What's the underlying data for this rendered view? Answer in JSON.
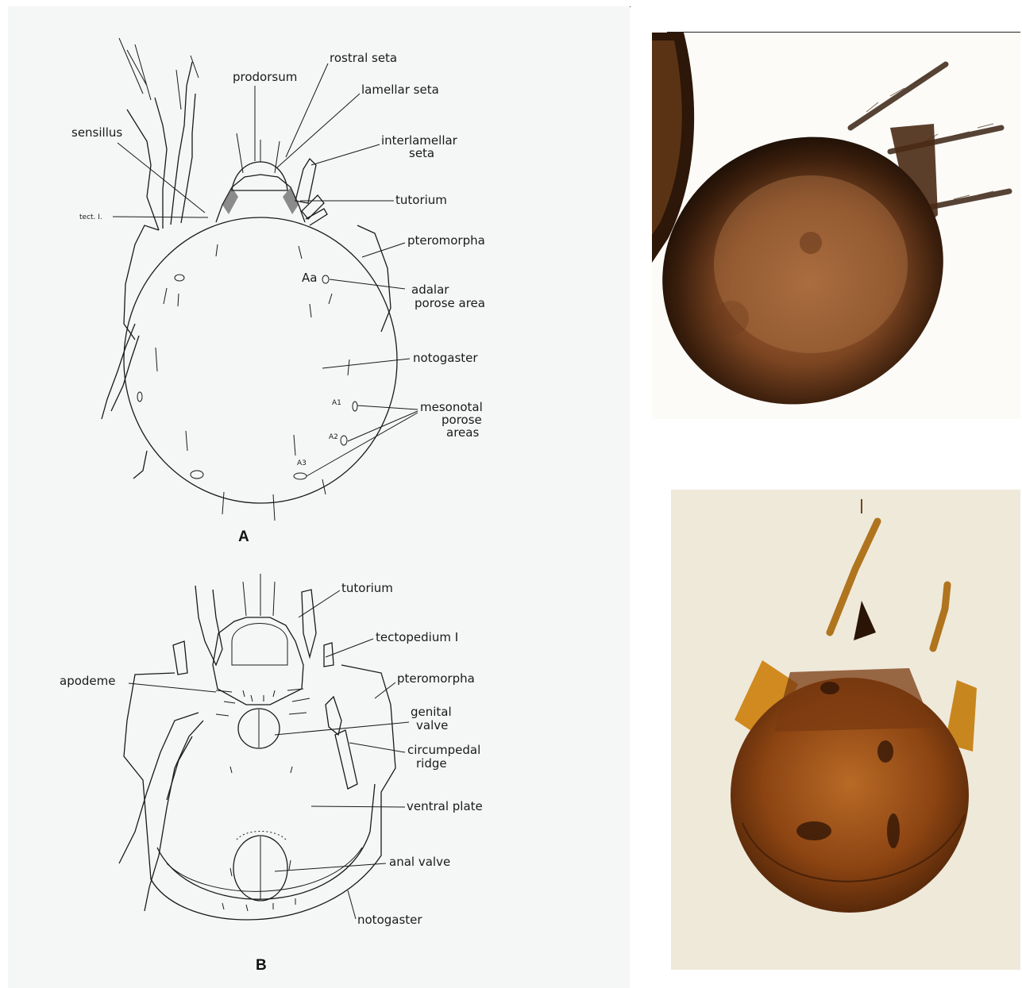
{
  "panel_a": {
    "letter": "A",
    "labels": {
      "rostral_seta": "rostral seta",
      "prodorsum": "prodorsum",
      "lamellar_seta": "lamellar seta",
      "sensillus": "sensillus",
      "interlamellar_1": "interlamellar",
      "interlamellar_2": "seta",
      "tutorium": "tutorium",
      "tect": "tect. I.",
      "pteromorpha": "pteromorpha",
      "aa": "Aa",
      "adalar_1": "adalar",
      "adalar_2": "porose area",
      "notogaster": "notogaster",
      "a1": "A1",
      "a2": "A2",
      "a3": "A3",
      "mesonotal_1": "mesonotal",
      "mesonotal_2": "porose",
      "mesonotal_3": "areas"
    }
  },
  "panel_b": {
    "letter": "B",
    "labels": {
      "tutorium": "tutorium",
      "tectopedium": "tectopedium I",
      "apodeme": "apodeme",
      "pteromorpha": "pteromorpha",
      "genital_1": "genital",
      "genital_2": "valve",
      "circumpedal_1": "circumpedal",
      "circumpedal_2": "ridge",
      "ventral_plate": "ventral plate",
      "anal_valve": "anal valve",
      "notogaster": "notogaster"
    }
  },
  "colors": {
    "plate_bg": "#f5f6f6",
    "ink": "#1a1a1a",
    "photo_top_body": "#6b3d1c",
    "photo_bottom_body": "#9a4c14"
  }
}
